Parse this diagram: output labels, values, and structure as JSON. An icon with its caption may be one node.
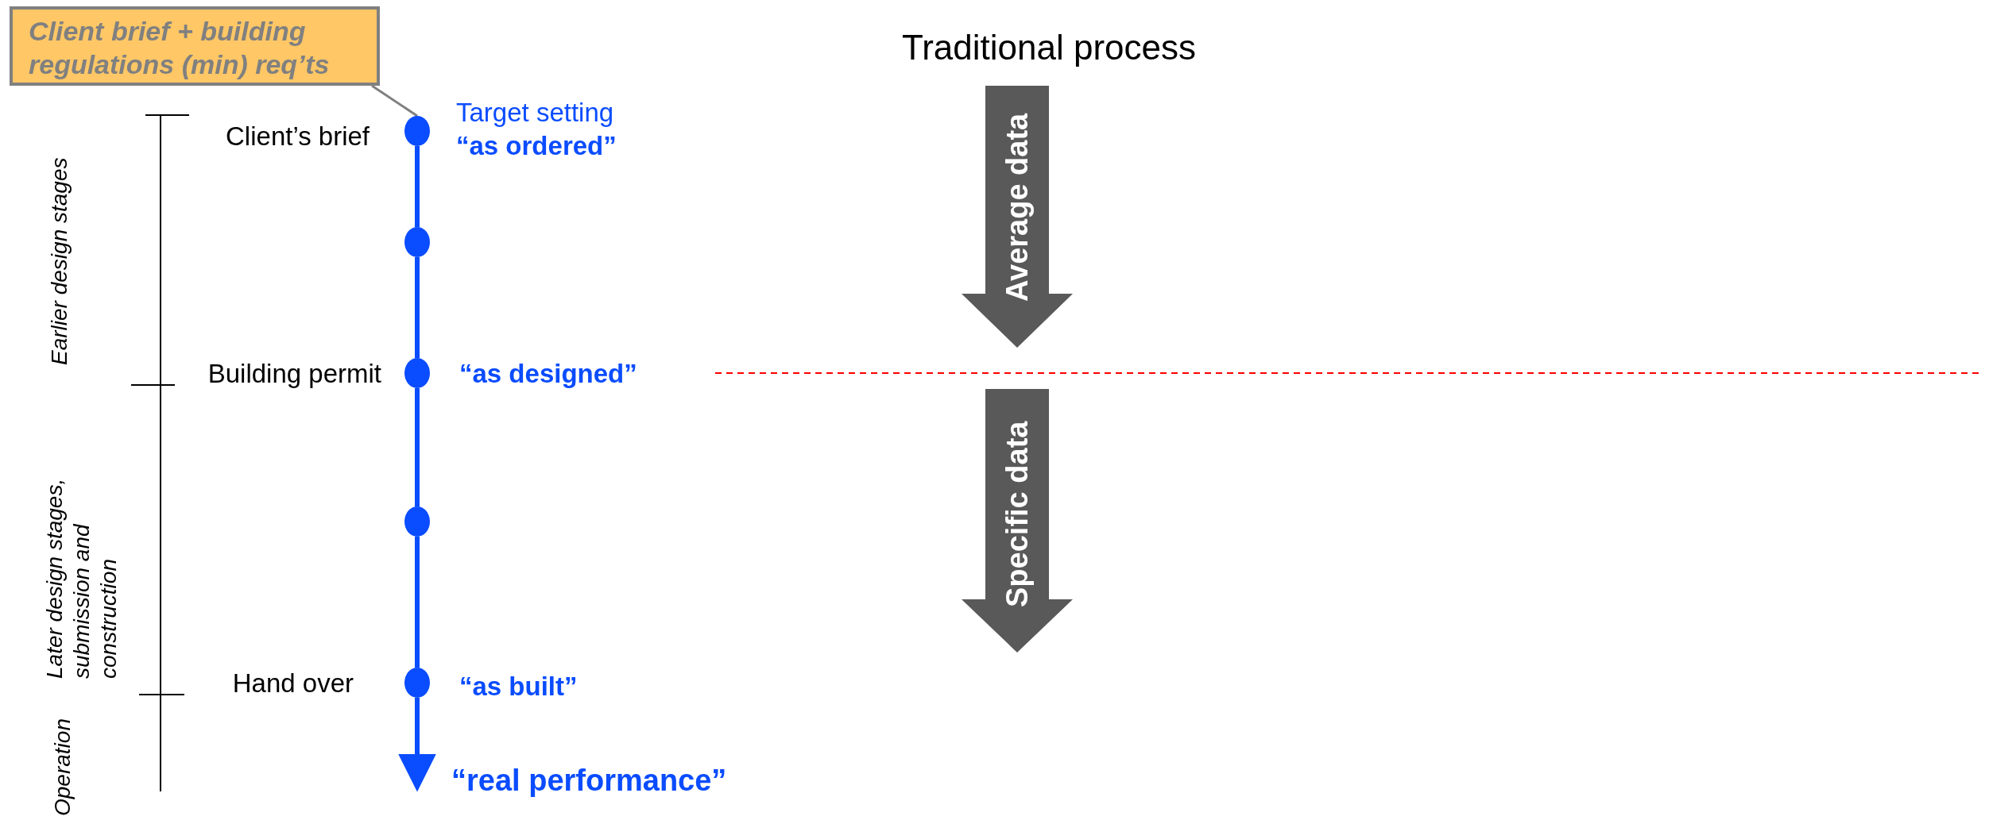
{
  "diagram": {
    "nodes": [
      {
        "text": [
          "Client brief + building regulations (min) req’ts"
        ]
      },
      {
        "text": [],
        "shape": "circle",
        "beside": [
          "Client’s brief",
          "Target setting",
          "“as ordered”"
        ]
      },
      {
        "text": [],
        "shape": "circle"
      },
      {
        "text": [],
        "shape": "circle",
        "beside": [
          "Building permit",
          "“as designed”"
        ]
      },
      {
        "text": [],
        "shape": "circle"
      },
      {
        "text": [],
        "shape": "circle",
        "beside": [
          "Hand over",
          "“as built”"
        ]
      },
      {
        "text": [
          "“real performance”"
        ]
      },
      {
        "text": [
          "Average data"
        ]
      },
      {
        "text": [
          "Specific data"
        ]
      }
    ],
    "edges": [
      {
        "from": 0,
        "to": 1,
        "arrow": "none",
        "color": "#808080"
      },
      {
        "from": 1,
        "to": 2,
        "arrow": "none"
      },
      {
        "from": 2,
        "to": 3,
        "arrow": "none"
      },
      {
        "from": 3,
        "to": 4,
        "arrow": "none"
      },
      {
        "from": 4,
        "to": 5,
        "arrow": "none"
      },
      {
        "from": 5,
        "to": 6,
        "arrow": "to"
      }
    ],
    "labels": [
      "Traditional process",
      "Earlier design stages",
      "Later design stages, submission and construction",
      "Operation"
    ]
  }
}
